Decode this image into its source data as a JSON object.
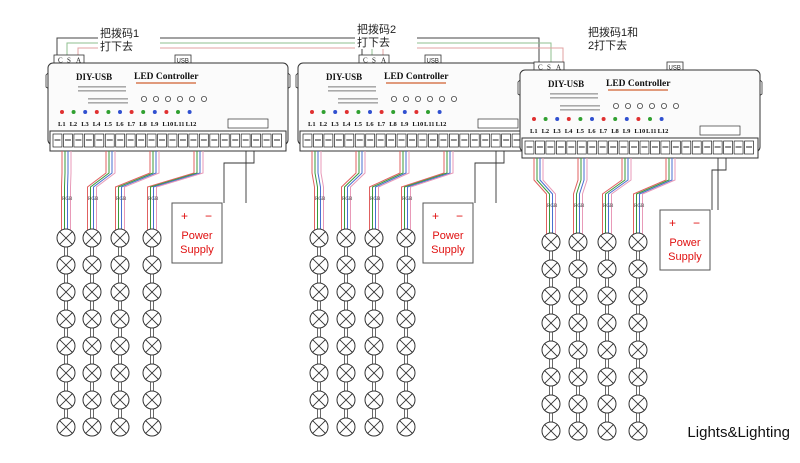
{
  "colors": {
    "line": "#444444",
    "bus_green": "#8fbf8f",
    "bus_red": "#e0a0a0",
    "power_text": "#e01010",
    "wire_red": "#e06060",
    "wire_green": "#3a9a3a",
    "wire_blue": "#4a6fd0",
    "wire_pink": "#e89ab8",
    "led_red": "#e03030",
    "led_green": "#30a030",
    "led_blue": "#3050d0"
  },
  "bus_labels": [
    {
      "line1": "把拨码1",
      "line2": "打下去"
    },
    {
      "line1": "把拨码2",
      "line2": "打下去"
    },
    {
      "line1": "把拨码1和",
      "line2": "2打下去"
    }
  ],
  "controller": {
    "brand": "DIY-USB",
    "title": "LED Controller",
    "usb": "USB",
    "pins": [
      "C",
      "S",
      "A"
    ],
    "channels": [
      "L1",
      "L2",
      "L3",
      "L4",
      "L5",
      "L6",
      "L7",
      "L8",
      "L9",
      "L10",
      "L11",
      "L12"
    ]
  },
  "power_supply": {
    "plus": "+",
    "minus": "−",
    "line1": "Power",
    "line2": "Supply"
  },
  "watermark": "Lights&Lighting"
}
